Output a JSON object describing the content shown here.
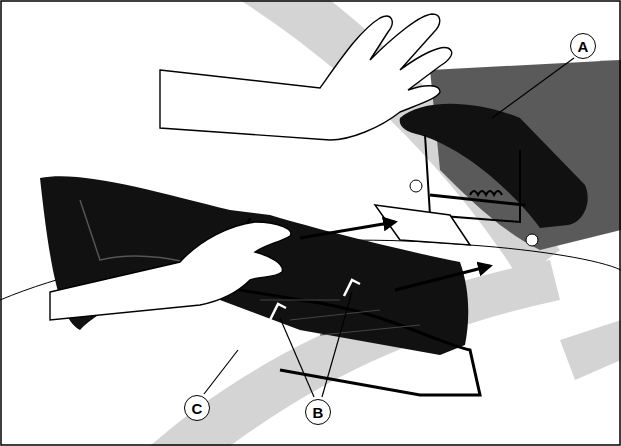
{
  "diagram": {
    "nodes": [
      {
        "text": [
          "A"
        ]
      },
      {
        "text": [
          "C"
        ]
      },
      {
        "text": [
          "B"
        ]
      }
    ]
  }
}
